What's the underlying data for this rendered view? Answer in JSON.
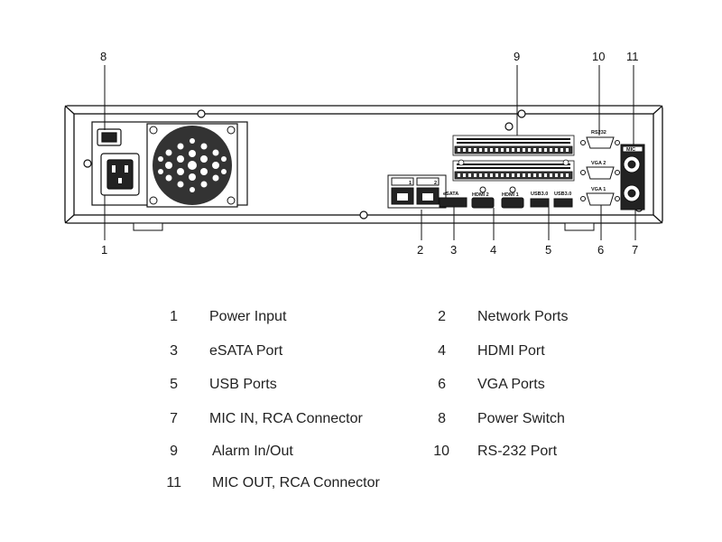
{
  "callouts": {
    "c1": "1",
    "c2": "2",
    "c3": "3",
    "c4": "4",
    "c5": "5",
    "c6": "6",
    "c7": "7",
    "c8": "8",
    "c9": "9",
    "c10": "10",
    "c11": "11"
  },
  "panel_labels": {
    "esata": "eSATA",
    "hdmi2": "HDMI 2",
    "hdmi1": "HDMI 1",
    "usb_a": "USB3.0",
    "usb_b": "USB3.0",
    "rs232": "RS232",
    "vga2": "VGA 2",
    "vga1": "VGA 1",
    "mic": "MIC",
    "lan1": "1",
    "lan2": "2"
  },
  "legend": [
    {
      "num": "1",
      "label": "Power Input"
    },
    {
      "num": "2",
      "label": "Network Ports"
    },
    {
      "num": "3",
      "label": "eSATA Port"
    },
    {
      "num": "4",
      "label": "HDMI Port"
    },
    {
      "num": "5",
      "label": "USB Ports"
    },
    {
      "num": "6",
      "label": "VGA Ports"
    },
    {
      "num": "7",
      "label": "MIC IN, RCA Connector"
    },
    {
      "num": "8",
      "label": "Power Switch"
    },
    {
      "num": "9",
      "label": "Alarm In/Out"
    },
    {
      "num": "10",
      "label": "RS-232 Port"
    },
    {
      "num": "11",
      "label": "MIC OUT, RCA Connector"
    }
  ]
}
